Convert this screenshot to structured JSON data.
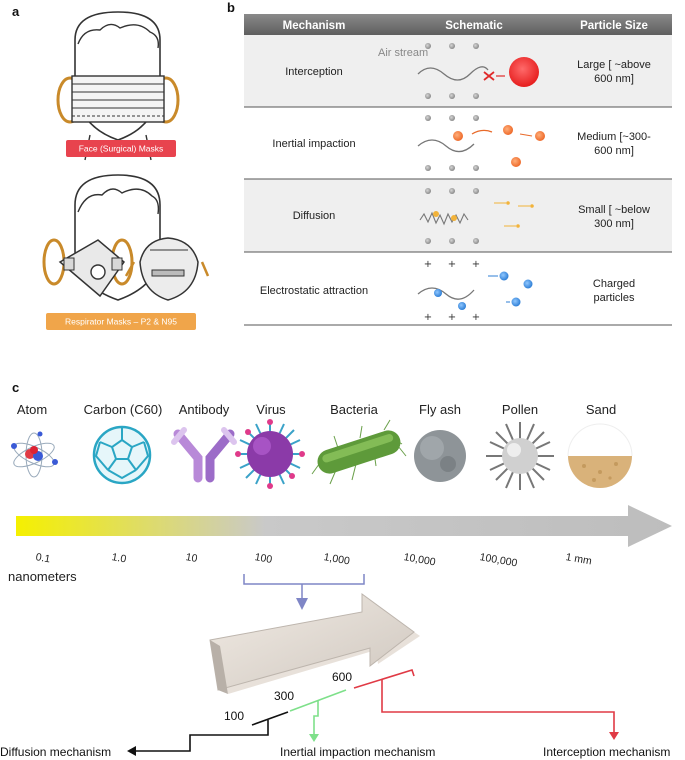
{
  "panels": {
    "a": "a",
    "b": "b",
    "c": "c"
  },
  "masks": {
    "surgical_label": "Face (Surgical) Masks",
    "respirator_label": "Respirator Masks – P2 & N95",
    "surgical_color": "#e8434e",
    "respirator_color": "#f0a54a"
  },
  "table": {
    "headers": [
      "Mechanism",
      "Schematic",
      "Particle Size"
    ],
    "air_stream_label": "Air stream",
    "rows": [
      {
        "mechanism": "Interception",
        "size_lines": [
          "Large [ ~above",
          "600 nm]"
        ]
      },
      {
        "mechanism": "Inertial impaction",
        "size_lines": [
          "Medium [~300-",
          "600 nm]"
        ]
      },
      {
        "mechanism": "Diffusion",
        "size_lines": [
          "Small [ ~below",
          "300 nm]"
        ]
      },
      {
        "mechanism": "Electrostatic attraction",
        "size_lines": [
          "Charged",
          "particles"
        ]
      }
    ]
  },
  "scale": {
    "particles": [
      "Atom",
      "Carbon (C60)",
      "Antibody",
      "Virus",
      "Bacteria",
      "Fly ash",
      "Pollen",
      "Sand"
    ],
    "ticks": [
      "0.1",
      "1.0",
      "10",
      "100",
      "1,000",
      "10,000",
      "100,000",
      "1 mm"
    ],
    "unit_label": "nanometers"
  },
  "mechanisms": {
    "thresholds": [
      "100",
      "300",
      "600"
    ],
    "diffusion": "Diffusion mechanism",
    "inertial": "Inertial impaction mechanism",
    "interception": "Interception mechanism",
    "diffusion_color": "#111111",
    "inertial_color": "#7ee08a",
    "interception_color": "#e03a45"
  }
}
